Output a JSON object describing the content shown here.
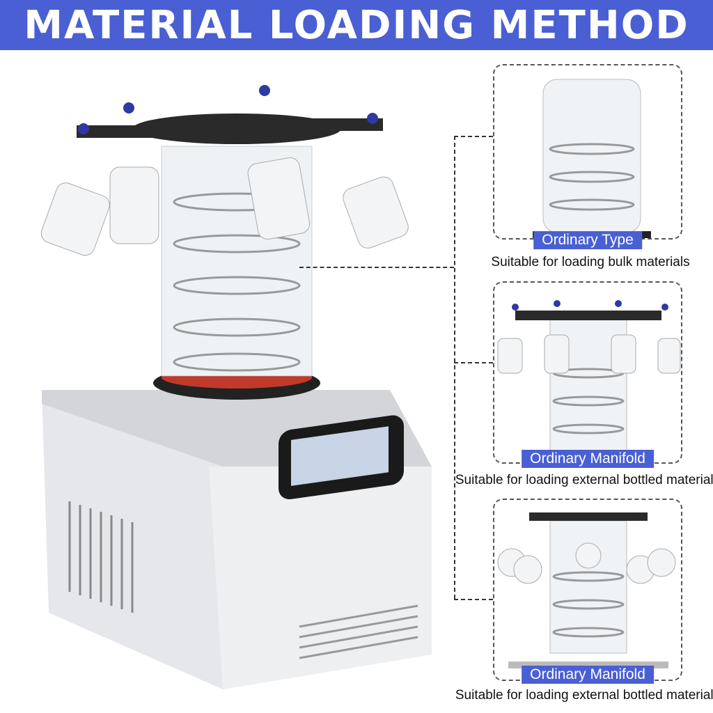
{
  "title": "MATERIAL LOADING METHOD",
  "colors": {
    "accent": "#4a5fd3",
    "knob": "#2f3aa0"
  },
  "options": [
    {
      "label": "Ordinary Type",
      "caption": "Suitable for loading bulk materials"
    },
    {
      "label": "Ordinary Manifold",
      "caption": "Suitable for loading external bottled materials"
    },
    {
      "label": "Ordinary Manifold",
      "caption": "Suitable for loading external bottled materials"
    }
  ]
}
